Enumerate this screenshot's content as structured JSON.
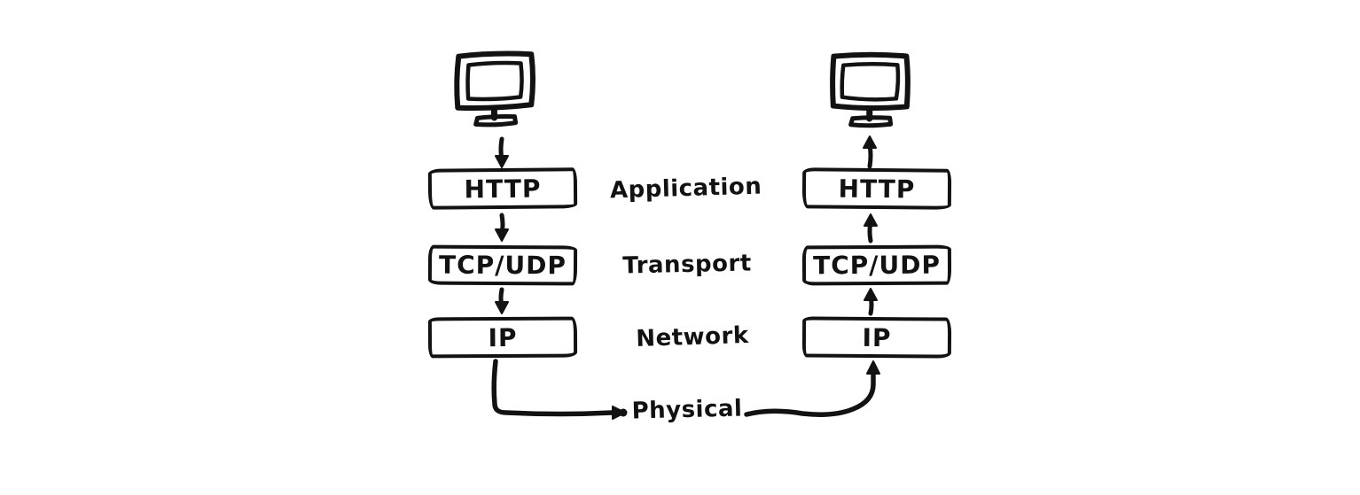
{
  "diagram": {
    "type": "network-protocol-stack",
    "background_color": "#ffffff",
    "ink_color": "#121212",
    "left_host": {
      "icon": "computer-monitor-icon",
      "flow_direction": "down",
      "layers": [
        {
          "label": "HTTP"
        },
        {
          "label": "TCP/UDP"
        },
        {
          "label": "IP"
        }
      ]
    },
    "right_host": {
      "icon": "computer-monitor-icon",
      "flow_direction": "up",
      "layers": [
        {
          "label": "HTTP"
        },
        {
          "label": "TCP/UDP"
        },
        {
          "label": "IP"
        }
      ]
    },
    "layer_labels": [
      {
        "label": "Application"
      },
      {
        "label": "Transport"
      },
      {
        "label": "Network"
      },
      {
        "label": "Physical"
      }
    ]
  }
}
